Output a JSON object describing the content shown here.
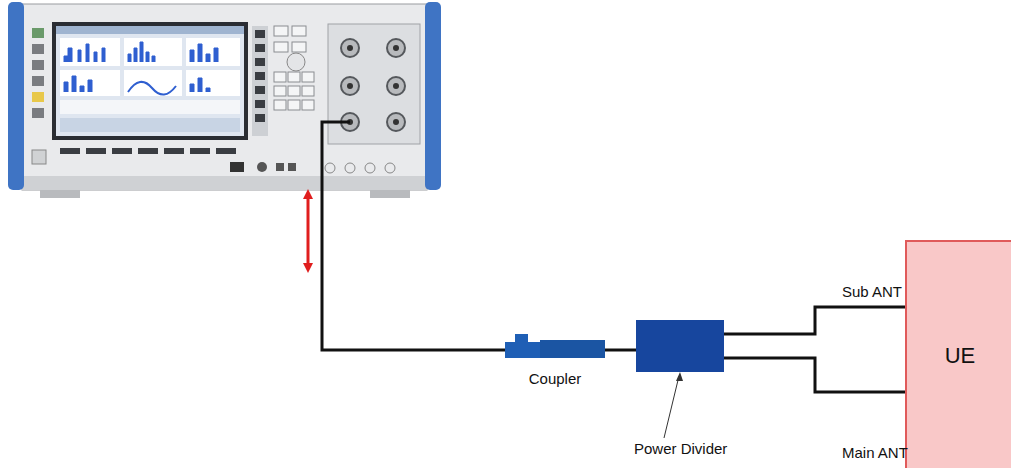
{
  "diagram": {
    "nodes": [
      {
        "text": [
          "Coupler"
        ]
      },
      {
        "text": [
          "Power Divider"
        ]
      },
      {
        "text": [
          "UE"
        ]
      }
    ],
    "edges": [
      {
        "from": 0,
        "to": 1,
        "arrow": "none"
      },
      {
        "from": 1,
        "to": 2,
        "label": "Sub ANT",
        "arrow": "none"
      },
      {
        "from": 1,
        "to": 2,
        "label": "Main ANT",
        "arrow": "none"
      }
    ]
  }
}
